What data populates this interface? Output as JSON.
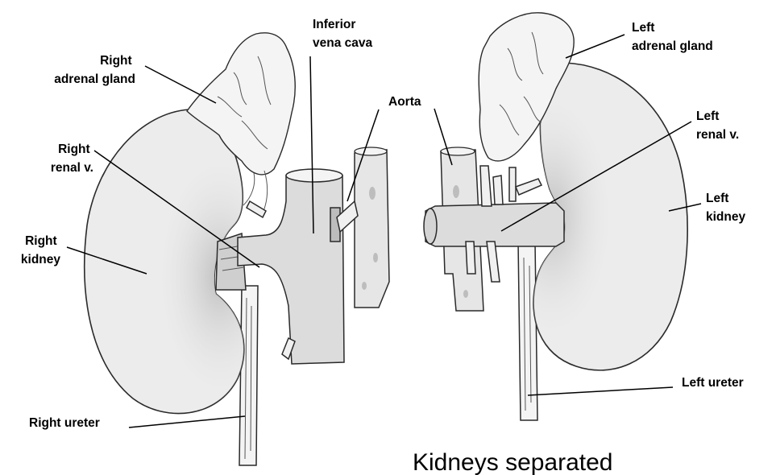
{
  "caption": "Kidneys separated",
  "labels": {
    "right_adrenal_gland": [
      "Right",
      "adrenal gland"
    ],
    "inferior_vena_cava": [
      "Inferior",
      "vena cava"
    ],
    "aorta": [
      "Aorta"
    ],
    "left_adrenal_gland": [
      "Left",
      "adrenal gland"
    ],
    "right_renal_v": [
      "Right",
      "renal v."
    ],
    "left_renal_v": [
      "Left",
      "renal v."
    ],
    "right_kidney": [
      "Right",
      "kidney"
    ],
    "left_kidney": [
      "Left",
      "kidney"
    ],
    "right_ureter": [
      "Right ureter"
    ],
    "left_ureter": [
      "Left ureter"
    ]
  }
}
